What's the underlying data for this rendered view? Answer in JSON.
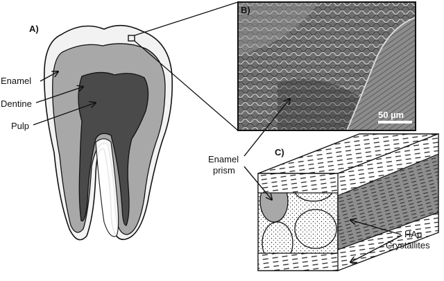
{
  "panels": {
    "a": "A)",
    "b": "B)",
    "c": "C)"
  },
  "tooth_labels": {
    "enamel": "Enamel",
    "dentine": "Dentine",
    "pulp": "Pulp"
  },
  "micrograph": {
    "scale_bar": "50 µm"
  },
  "prism_labels": {
    "enamel_prism_line1": "Enamel",
    "enamel_prism_line2": "prism",
    "hap_line1": "HAp",
    "hap_line2": "Crystallites"
  }
}
